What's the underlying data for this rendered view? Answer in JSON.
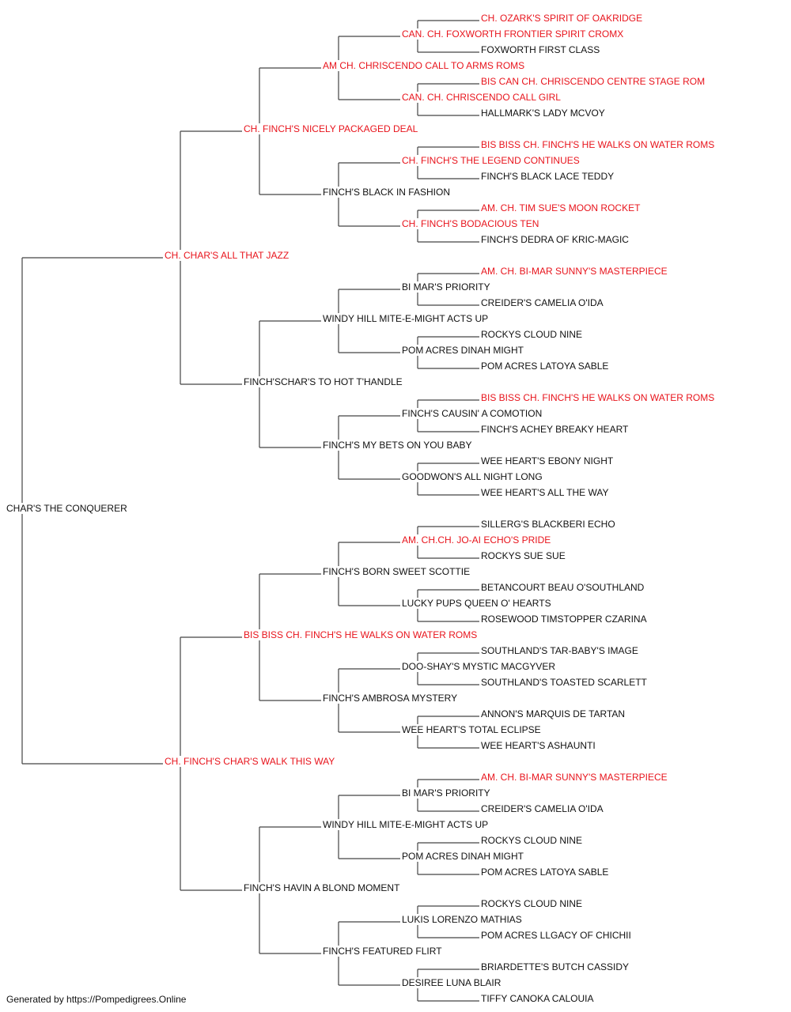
{
  "colors": {
    "titled": "#e8141c",
    "plain": "#111111",
    "connector": "#444444"
  },
  "pedigree": {
    "name": "CHAR'S THE CONQUERER",
    "titled": false,
    "sire": {
      "name": "CH. CHAR'S ALL THAT JAZZ",
      "titled": true,
      "sire": {
        "name": "CH. FINCH'S NICELY PACKAGED DEAL",
        "titled": true,
        "sire": {
          "name": "AM CH. CHRISCENDO CALL TO ARMS ROMS",
          "titled": true,
          "sire": {
            "name": "CAN. CH. FOXWORTH FRONTIER SPIRIT CROMX",
            "titled": true,
            "sire": {
              "name": "CH. OZARK'S SPIRIT OF OAKRIDGE",
              "titled": true
            },
            "dam": {
              "name": "FOXWORTH FIRST CLASS",
              "titled": false
            }
          },
          "dam": {
            "name": "CAN. CH. CHRISCENDO CALL GIRL",
            "titled": true,
            "sire": {
              "name": "BIS CAN CH. CHRISCENDO CENTRE STAGE ROM",
              "titled": true
            },
            "dam": {
              "name": "HALLMARK'S LADY MCVOY",
              "titled": false
            }
          }
        },
        "dam": {
          "name": "FINCH'S BLACK IN FASHION",
          "titled": false,
          "sire": {
            "name": "CH. FINCH'S THE LEGEND CONTINUES",
            "titled": true,
            "sire": {
              "name": "BIS BISS CH. FINCH'S HE WALKS ON WATER ROMS",
              "titled": true
            },
            "dam": {
              "name": "FINCH'S BLACK LACE TEDDY",
              "titled": false
            }
          },
          "dam": {
            "name": "CH. FINCH'S BODACIOUS TEN",
            "titled": true,
            "sire": {
              "name": "AM. CH. TIM SUE'S MOON ROCKET",
              "titled": true
            },
            "dam": {
              "name": "FINCH'S DEDRA OF KRIC-MAGIC",
              "titled": false
            }
          }
        }
      },
      "dam": {
        "name": "FINCH'SCHAR'S TO HOT T'HANDLE",
        "titled": false,
        "sire": {
          "name": "WINDY HILL MITE-E-MIGHT ACTS UP",
          "titled": false,
          "sire": {
            "name": "BI MAR'S PRIORITY",
            "titled": false,
            "sire": {
              "name": "AM. CH. BI-MAR SUNNY'S MASTERPIECE",
              "titled": true
            },
            "dam": {
              "name": "CREIDER'S CAMELIA O'IDA",
              "titled": false
            }
          },
          "dam": {
            "name": "POM ACRES DINAH MIGHT",
            "titled": false,
            "sire": {
              "name": "ROCKYS CLOUD NINE",
              "titled": false
            },
            "dam": {
              "name": "POM ACRES LATOYA SABLE",
              "titled": false
            }
          }
        },
        "dam": {
          "name": "FINCH'S MY BETS ON YOU BABY",
          "titled": false,
          "sire": {
            "name": "FINCH'S CAUSIN' A COMOTION",
            "titled": false,
            "sire": {
              "name": "BIS BISS CH. FINCH'S HE WALKS ON WATER ROMS",
              "titled": true
            },
            "dam": {
              "name": "FINCH'S ACHEY BREAKY HEART",
              "titled": false
            }
          },
          "dam": {
            "name": "GOODWON'S ALL NIGHT LONG",
            "titled": false,
            "sire": {
              "name": "WEE HEART'S EBONY NIGHT",
              "titled": false
            },
            "dam": {
              "name": "WEE HEART'S ALL THE WAY",
              "titled": false
            }
          }
        }
      }
    },
    "dam": {
      "name": "CH. FINCH'S CHAR'S WALK THIS WAY",
      "titled": true,
      "sire": {
        "name": "BIS BISS CH. FINCH'S HE WALKS ON WATER ROMS",
        "titled": true,
        "sire": {
          "name": "FINCH'S BORN SWEET SCOTTIE",
          "titled": false,
          "sire": {
            "name": "AM. CH.CH. JO-AI ECHO'S PRIDE",
            "titled": true,
            "sire": {
              "name": "SILLERG'S BLACKBERI ECHO",
              "titled": false
            },
            "dam": {
              "name": "ROCKYS SUE SUE",
              "titled": false
            }
          },
          "dam": {
            "name": "LUCKY PUPS QUEEN O' HEARTS",
            "titled": false,
            "sire": {
              "name": "BETANCOURT BEAU O'SOUTHLAND",
              "titled": false
            },
            "dam": {
              "name": "ROSEWOOD TIMSTOPPER CZARINA",
              "titled": false
            }
          }
        },
        "dam": {
          "name": "FINCH'S AMBROSA MYSTERY",
          "titled": false,
          "sire": {
            "name": "DOO-SHAY'S MYSTIC MACGYVER",
            "titled": false,
            "sire": {
              "name": "SOUTHLAND'S TAR-BABY'S IMAGE",
              "titled": false
            },
            "dam": {
              "name": "SOUTHLAND'S TOASTED SCARLETT",
              "titled": false
            }
          },
          "dam": {
            "name": "WEE HEART'S TOTAL ECLIPSE",
            "titled": false,
            "sire": {
              "name": "ANNON'S MARQUIS DE TARTAN",
              "titled": false
            },
            "dam": {
              "name": "WEE HEART'S ASHAUNTI",
              "titled": false
            }
          }
        }
      },
      "dam": {
        "name": "FINCH'S HAVIN A BLOND MOMENT",
        "titled": false,
        "sire": {
          "name": "WINDY HILL MITE-E-MIGHT ACTS UP",
          "titled": false,
          "sire": {
            "name": "BI MAR'S PRIORITY",
            "titled": false,
            "sire": {
              "name": "AM. CH. BI-MAR SUNNY'S MASTERPIECE",
              "titled": true
            },
            "dam": {
              "name": "CREIDER'S CAMELIA O'IDA",
              "titled": false
            }
          },
          "dam": {
            "name": "POM ACRES DINAH MIGHT",
            "titled": false,
            "sire": {
              "name": "ROCKYS CLOUD NINE",
              "titled": false
            },
            "dam": {
              "name": "POM ACRES LATOYA SABLE",
              "titled": false
            }
          }
        },
        "dam": {
          "name": "FINCH'S FEATURED FLIRT",
          "titled": false,
          "sire": {
            "name": "LUKIS LORENZO MATHIAS",
            "titled": false,
            "sire": {
              "name": "ROCKYS CLOUD NINE",
              "titled": false
            },
            "dam": {
              "name": "POM ACRES LLGACY OF CHICHII",
              "titled": false
            }
          },
          "dam": {
            "name": "DESIREE LUNA BLAIR",
            "titled": false,
            "sire": {
              "name": "BRIARDETTE'S BUTCH CASSIDY",
              "titled": false
            },
            "dam": {
              "name": "TIFFY CANOKA CALOUIA",
              "titled": false
            }
          }
        }
      }
    }
  },
  "footer": {
    "text": "Generated by https://Pompedigrees.Online"
  }
}
